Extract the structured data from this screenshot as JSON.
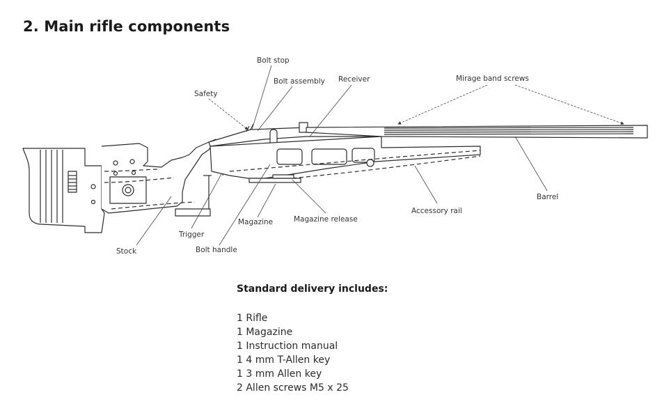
{
  "page_title": "2. Main rifle components",
  "diagram": {
    "labels": {
      "bolt_stop": "Bolt stop",
      "bolt_assembly": "Bolt assembly",
      "receiver": "Receiver",
      "mirage_band_screws": "Mirage band screws",
      "safety": "Safety",
      "barrel": "Barrel",
      "accessory_rail": "Accessory rail",
      "magazine_release": "Magazine release",
      "magazine": "Magazine",
      "trigger": "Trigger",
      "stock": "Stock",
      "bolt_handle": "Bolt handle"
    }
  },
  "delivery": {
    "heading": "Standard delivery includes:",
    "items": [
      "1 Rifle",
      "1 Magazine",
      "1 Instruction manual",
      "1 4 mm T-Allen key",
      "1 3 mm Allen key",
      "2 Allen screws M5 x 25"
    ]
  }
}
